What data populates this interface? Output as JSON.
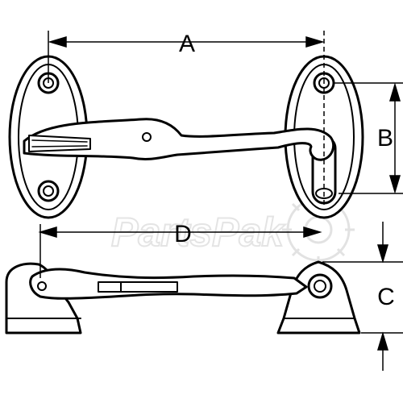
{
  "dimensions": {
    "a": "A",
    "b": "B",
    "c": "C",
    "d": "D"
  },
  "watermark": "PartsPak",
  "colors": {
    "line": "#000000",
    "fill": "#ffffff",
    "watermark_outline": "#e2e2e2"
  }
}
